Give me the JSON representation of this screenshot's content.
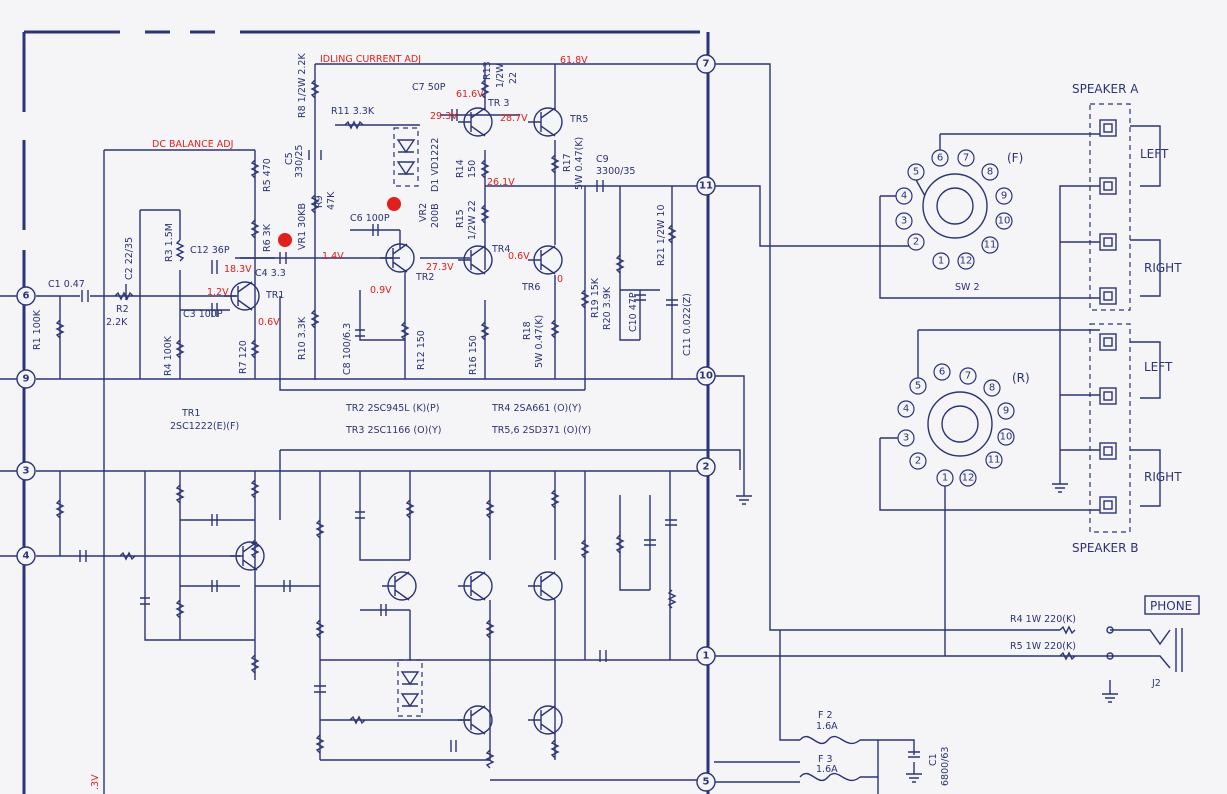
{
  "terminals": {
    "t1": "1",
    "t2": "2",
    "t3": "3",
    "t4": "4",
    "t5": "5",
    "t6": "6",
    "t7": "7",
    "t9": "9",
    "t10": "10",
    "t11": "11"
  },
  "adj": {
    "idling": "IDLING CURRENT ADJ",
    "dc_balance": "DC BALANCE ADJ"
  },
  "components": {
    "r1": "R1 100K",
    "c1": "C1 0.47",
    "r2a": "R2",
    "r2b": "2.2K",
    "c2": "C2 22/35",
    "r3": "R3 1.5M",
    "c3": "C3 100P",
    "r4": "R4 100K",
    "r5": "R5 470",
    "r6": "R6 3K",
    "c12": "C12 36P",
    "c4": "C4 3.3",
    "r7": "R7 120",
    "tr1": "TR1",
    "r8": "R8 1/2W 2.2K",
    "c5a": "C5",
    "c5b": "330/25",
    "r11": "R11 3.3K",
    "vr1": "VR1 30KB",
    "r9a": "R9",
    "r9b": "47K",
    "r10": "R10 3.3K",
    "c8": "C8 100/6.3",
    "c6": "C6 100P",
    "vr2a": "VR2",
    "vr2b": "200B",
    "tr2": "TR2",
    "r12": "R12 150",
    "c7": "C7 50P",
    "d1": "D1 VD1222",
    "tr3": "TR 3",
    "r13a": "R13",
    "r13b": "1/2W",
    "r13c": "22",
    "r14a": "R14",
    "r14b": "150",
    "r15a": "R15",
    "r15b": "1/2W 22",
    "tr4": "TR4",
    "r16": "R16 150",
    "tr5": "TR5",
    "r17a": "R17",
    "r17b": "5W 0.47(K)",
    "tr6": "TR6",
    "r18a": "R18",
    "r18b": "5W 0.47(K)",
    "c9a": "C9",
    "c9b": "3300/35",
    "r19": "R19 15K",
    "r20": "R20 3.9K",
    "c10": "C10 47P",
    "r21": "R21 1/2W 10",
    "c11": "C11 0.022(Z)"
  },
  "voltages": {
    "v1": "18.3V",
    "v2": "1.2V",
    "v3": "0.6V",
    "v4": "1.4V",
    "v5": "0.9V",
    "v6": "27.3V",
    "v7": "29.3V",
    "v8": "61.6V",
    "v9": "28.7V",
    "v10": "61.8V",
    "v11": "26.1V",
    "v12": "0.6V",
    "v13": "0",
    "v14": ".3V"
  },
  "transistors": {
    "tr1a": "TR1",
    "tr1b": "2SC1222(E)(F)",
    "tr2": "TR2  2SC945L (K)(P)",
    "tr4": "TR4  2SA661 (O)(Y)",
    "tr3": "TR3  2SC1166 (O)(Y)",
    "tr56": "TR5,6  2SD371 (O)(Y)"
  },
  "speakers": {
    "a": "SPEAKER A",
    "b": "SPEAKER B",
    "left1": "LEFT",
    "right1": "RIGHT",
    "left2": "LEFT",
    "right2": "RIGHT",
    "f": "(F)",
    "r": "(R)",
    "sw": "SW 2"
  },
  "switch_pins_f": [
    "1",
    "2",
    "3",
    "4",
    "5",
    "6",
    "7",
    "8",
    "9",
    "10",
    "11",
    "12"
  ],
  "switch_pins_r": [
    "1",
    "2",
    "3",
    "4",
    "5",
    "6",
    "7",
    "8",
    "9",
    "10",
    "11",
    "12"
  ],
  "phone": {
    "label": "PHONE",
    "r4": "R4  1W 220(K)",
    "r5": "R5  1W 220(K)",
    "j2": "J2"
  },
  "fuses": {
    "f2a": "F 2",
    "f2b": "1.6A",
    "f3a": "F 3",
    "f3b": "1.6A",
    "c1a": "C1",
    "c1b": "6800/63"
  },
  "colors": {
    "ink": "#2b3478",
    "voltage": "#e0201c",
    "paper": "#f5f4f6"
  }
}
